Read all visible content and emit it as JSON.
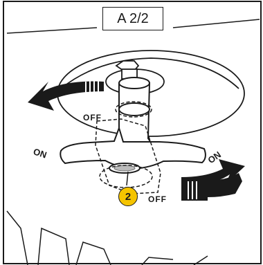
{
  "step_label": "A 2/2",
  "rotation_on_left": "ON",
  "rotation_on_right": "ON",
  "off_upper": "OFF",
  "off_lower": "OFF",
  "callout_number": "2",
  "colors": {
    "line": "#1a1a1a",
    "callout_fill": "#f5c400",
    "background": "#ffffff"
  }
}
